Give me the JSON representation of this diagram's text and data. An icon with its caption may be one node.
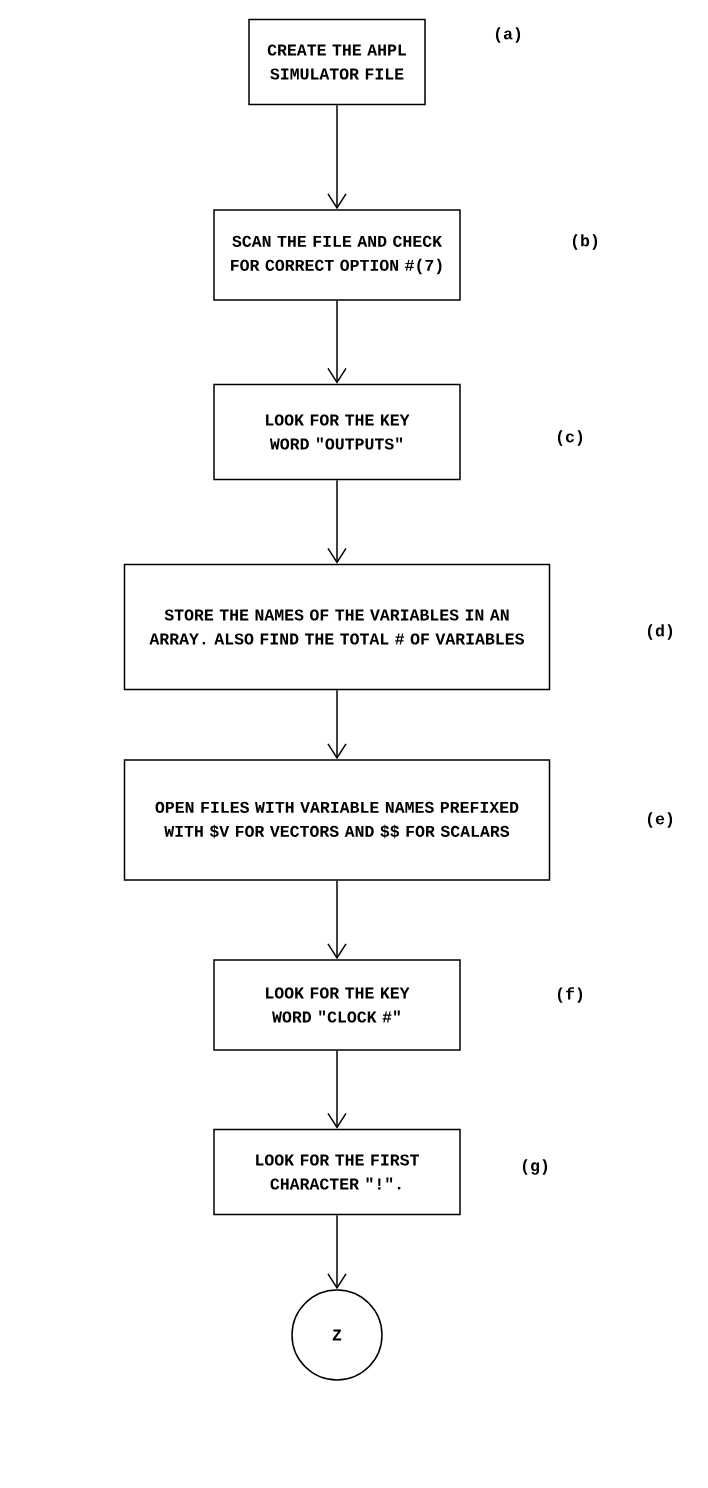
{
  "diagram": {
    "nodes": [
      {
        "text": [
          "CREATE THE AHPL SIMULATOR FILE"
        ]
      },
      {
        "text": [
          "SCAN THE FILE AND CHECK FOR CORRECT OPTION #(7)"
        ]
      },
      {
        "text": [
          "LOOK FOR THE KEY WORD \"OUTPUTS\""
        ]
      },
      {
        "text": [
          "STORE THE NAMES OF THE VARIABLES IN AN ARRAY. ALSO FIND THE TOTAL # OF VARIABLES"
        ]
      },
      {
        "text": [
          "OPEN FILES WITH VARIABLE NAMES PREFIXED WITH $V FOR VECTORS AND $$ FOR SCALARS"
        ]
      },
      {
        "text": [
          "LOOK FOR THE KEY WORD \"CLOCK #\""
        ]
      },
      {
        "text": [
          "LOOK FOR THE FIRST CHARACTER \"!\"."
        ]
      },
      {
        "text": [
          "Z"
        ]
      }
    ],
    "edges": [
      {
        "from": 0,
        "to": 1,
        "arrow": "to"
      },
      {
        "from": 1,
        "to": 2,
        "arrow": "to"
      },
      {
        "from": 2,
        "to": 3,
        "arrow": "to"
      },
      {
        "from": 3,
        "to": 4,
        "arrow": "to"
      },
      {
        "from": 4,
        "to": 5,
        "arrow": "to"
      },
      {
        "from": 5,
        "to": 6,
        "arrow": "to"
      },
      {
        "from": 6,
        "to": 7,
        "arrow": "to"
      }
    ],
    "labels": [
      "(a)",
      "(b)",
      "(c)",
      "(d)",
      "(e)",
      "(f)",
      "(g)"
    ]
  }
}
